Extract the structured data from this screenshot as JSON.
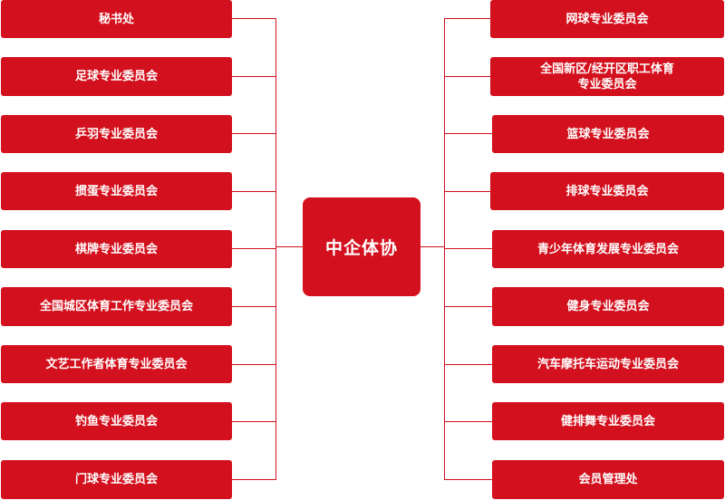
{
  "center": {
    "label": "中企体协"
  },
  "left_nodes": [
    {
      "label": "秘书处"
    },
    {
      "label": "足球专业委员会"
    },
    {
      "label": "乒羽专业委员会"
    },
    {
      "label": "掼蛋专业委员会"
    },
    {
      "label": "棋牌专业委员会"
    },
    {
      "label": "全国城区体育工作专业委员会"
    },
    {
      "label": "文艺工作者体育专业委员会"
    },
    {
      "label": "钓鱼专业委员会"
    },
    {
      "label": "门球专业委员会"
    }
  ],
  "right_nodes": [
    {
      "label": "网球专业委员会"
    },
    {
      "label": "全国新区/经开区职工体育\n专业委员会"
    },
    {
      "label": "篮球专业委员会"
    },
    {
      "label": "排球专业委员会"
    },
    {
      "label": "青少年体育发展专业委员会"
    },
    {
      "label": "健身专业委员会"
    },
    {
      "label": "汽车摩托车运动专业委员会"
    },
    {
      "label": "健排舞专业委员会"
    },
    {
      "label": "会员管理处"
    }
  ],
  "colors": {
    "accent": "#d3101d"
  }
}
